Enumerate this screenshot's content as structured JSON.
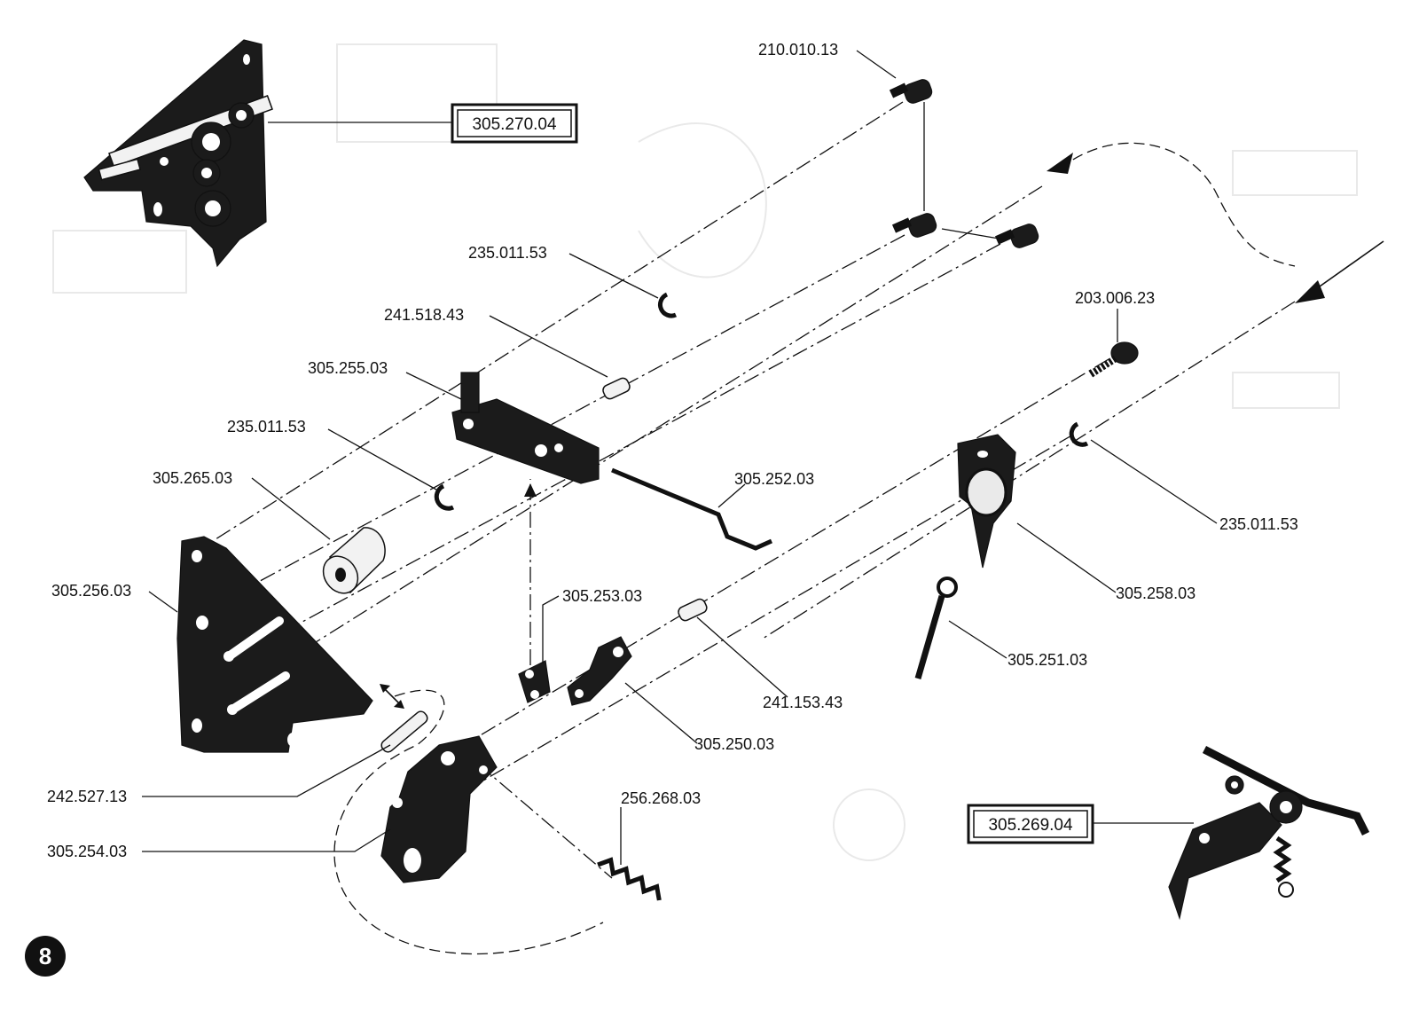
{
  "page_number": "8",
  "assemblies": [
    {
      "id": "a1",
      "label": "305.270.04"
    },
    {
      "id": "a2",
      "label": "305.269.04"
    }
  ],
  "parts": [
    {
      "id": "p01",
      "label": "210.010.13"
    },
    {
      "id": "p02",
      "label": "235.011.53"
    },
    {
      "id": "p03",
      "label": "241.518.43"
    },
    {
      "id": "p04",
      "label": "305.255.03"
    },
    {
      "id": "p05",
      "label": "235.011.53"
    },
    {
      "id": "p06",
      "label": "305.265.03"
    },
    {
      "id": "p07",
      "label": "305.256.03"
    },
    {
      "id": "p08",
      "label": "305.252.03"
    },
    {
      "id": "p09",
      "label": "203.006.23"
    },
    {
      "id": "p10",
      "label": "235.011.53"
    },
    {
      "id": "p11",
      "label": "305.258.03"
    },
    {
      "id": "p12",
      "label": "305.251.03"
    },
    {
      "id": "p13",
      "label": "305.253.03"
    },
    {
      "id": "p14",
      "label": "241.153.43"
    },
    {
      "id": "p15",
      "label": "305.250.03"
    },
    {
      "id": "p16",
      "label": "242.527.13"
    },
    {
      "id": "p17",
      "label": "256.268.03"
    },
    {
      "id": "p18",
      "label": "305.254.03"
    }
  ]
}
